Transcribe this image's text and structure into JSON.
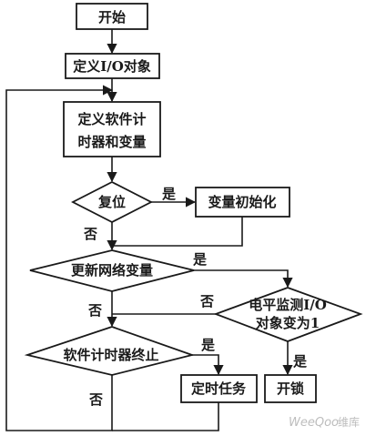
{
  "flowchart": {
    "start": "开始",
    "define_io": "定义I/O对象",
    "define_timer_line1": "定义软件计",
    "define_timer_line2": "时器和变量",
    "reset": "复位",
    "var_init": "变量初始化",
    "update_vars": "更新网络变量",
    "level_monitor_line1": "电平监测I/O",
    "level_monitor_line2": "对象变为1",
    "timer_end": "软件计时器终止",
    "timed_task": "定时任务",
    "unlock": "开锁"
  },
  "labels": {
    "yes": "是",
    "no": "否"
  },
  "watermark": {
    "brand": "WeeQoo",
    "suffix": "维库"
  }
}
